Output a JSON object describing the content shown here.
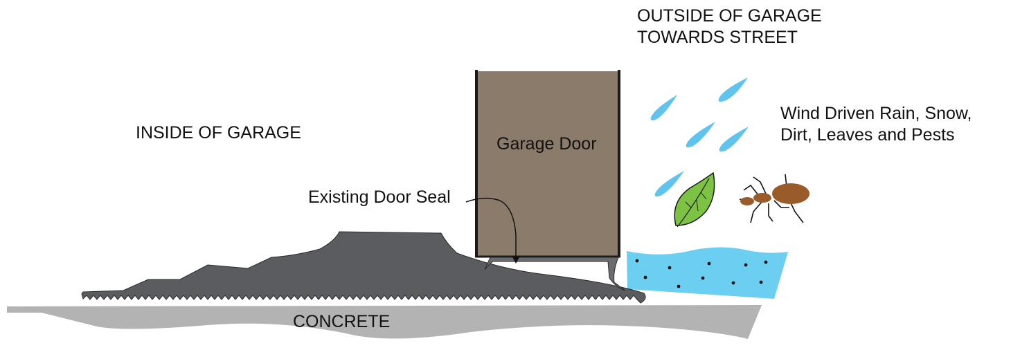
{
  "labels": {
    "outside_line1": "OUTSIDE OF GARAGE",
    "outside_line2": "TOWARDS STREET",
    "inside": "INSIDE OF GARAGE",
    "garage_door": "Garage Door",
    "existing_seal": "Existing Door Seal",
    "hazards_line1": "Wind Driven Rain, Snow,",
    "hazards_line2": "Dirt, Leaves and Pests",
    "concrete": "CONCRETE"
  },
  "colors": {
    "threshold_seal": "#5b5c60",
    "garage_door": "#8b7b6a",
    "door_frame": "#1a1a1a",
    "concrete": "#b3b3b3",
    "water": "#6ccff2",
    "rain": "#5ec4ee",
    "leaf": "#7cc243",
    "ant": "#9a5b2b"
  }
}
